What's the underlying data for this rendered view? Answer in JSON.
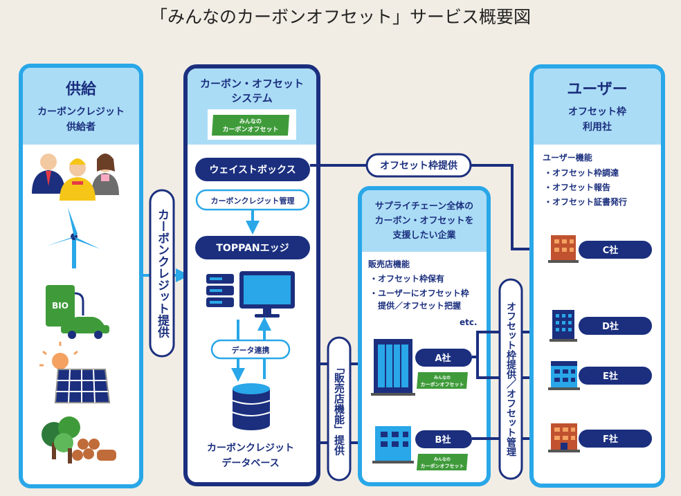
{
  "title": "「みんなのカーボンオフセット」サービス概要図",
  "supply": {
    "heading": "供給",
    "sub1": "カーボンクレジット",
    "sub2": "供給者",
    "flow_label": "カーボンクレジット提供",
    "icons": [
      "people-icon",
      "wind-turbine-icon",
      "bio-fuel-car-icon",
      "solar-panel-icon",
      "forest-icon"
    ],
    "bio_text": "BIO"
  },
  "system": {
    "heading1": "カーボン・オフセット",
    "heading2": "システム",
    "logo_line1": "みんなの",
    "logo_line2": "カーボンオフセット",
    "waste_box": "ウェイストボックス",
    "credit_mgmt": "カーボンクレジット管理",
    "toppan_edge": "TOPPANエッジ",
    "data_link": "データ連携",
    "db_line1": "カーボンクレジット",
    "db_line2": "データベース"
  },
  "middle": {
    "heading1": "サプライチェーン全体の",
    "heading2": "カーボン・オフセットを",
    "heading3": "支援したい企業",
    "features_title": "販売店機能",
    "feature1": "・オフセット枠保有",
    "feature2a": "・ユーザーにオフセット枠",
    "feature2b": "提供／オフセット把握",
    "etc": "etc.",
    "company_a": "A社",
    "company_b": "B社",
    "logo_line1": "みんなの",
    "logo_line2": "カーボンオフセット"
  },
  "connectors": {
    "offset_provision": "オフセット枠提供",
    "retailer_function": "「販売店機能」提供",
    "offset_provision_mgmt": "オフセット枠提供／オフセット管理"
  },
  "user": {
    "heading": "ユーザー",
    "sub1": "オフセット枠",
    "sub2": "利用社",
    "features_title": "ユーザー機能",
    "feature1": "・オフセット枠調達",
    "feature2": "・オフセット報告",
    "feature3": "・オフセット証書発行",
    "companies": [
      "C社",
      "D社",
      "E社",
      "F社"
    ]
  },
  "colors": {
    "navy": "#1b2f7e",
    "blue": "#29a7e8",
    "light_blue": "#aadcf6",
    "background": "#f1ede4",
    "logo_green": "#3f9b3a"
  }
}
